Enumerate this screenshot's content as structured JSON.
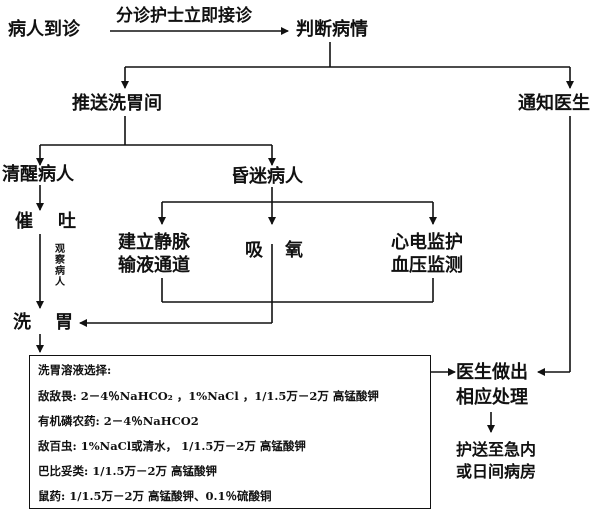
{
  "nodes": {
    "patient_arrives": "病人到诊",
    "triage_label": "分诊护士立即接诊",
    "assess": "判断病情",
    "to_lavage_room": "推送洗胃间",
    "notify_doctor": "通知医生",
    "conscious": "清醒病人",
    "comatose": "昏迷病人",
    "vomit_1": "催",
    "vomit_2": "吐",
    "observe": "观察病人",
    "iv_line_1": "建立静脉",
    "iv_line_2": "输液通道",
    "oxygen_1": "吸",
    "oxygen_2": "氧",
    "ecg_1": "心电监护",
    "ecg_2": "血压监测",
    "lavage_1": "洗",
    "lavage_2": "胃",
    "doctor_treat_1": "医生做出",
    "doctor_treat_2": "相应处理",
    "transfer_1": "护送至急内",
    "transfer_2": "或日间病房"
  },
  "solution_box": {
    "title": "洗胃溶液选择:",
    "lines": [
      "敌敌畏: 2－4％NaHCO₂ ，1%NaCl ，1/1.5万－2万 高锰酸钾",
      "有机磷农药: 2－4％NaHCO2",
      "敌百虫: 1%NaCl或清水， 1/1.5万－2万 高锰酸钾",
      "巴比妥类: 1/1.5万－2万 高锰酸钾",
      "鼠药: 1/1.5万－2万 高锰酸钾、0.1％硫酸铜"
    ]
  }
}
